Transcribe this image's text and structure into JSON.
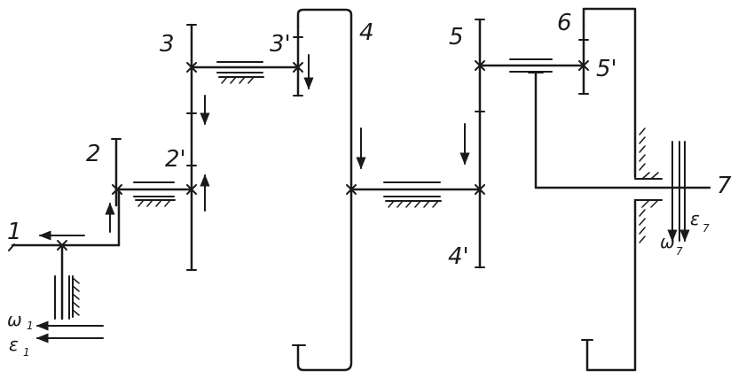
{
  "labels": {
    "g1": "1",
    "g2": "2",
    "g2p": "2'",
    "g3": "3",
    "g3p": "3'",
    "g4": "4",
    "g4p": "4'",
    "g5": "5",
    "g5p": "5'",
    "g6": "6",
    "g7": "7"
  },
  "symbols": {
    "omega": "ω",
    "epsilon": "ε",
    "sub_1": "1",
    "sub_7": "7"
  },
  "colors": {
    "ink": "#1a1a1a",
    "background": "#ffffff"
  }
}
